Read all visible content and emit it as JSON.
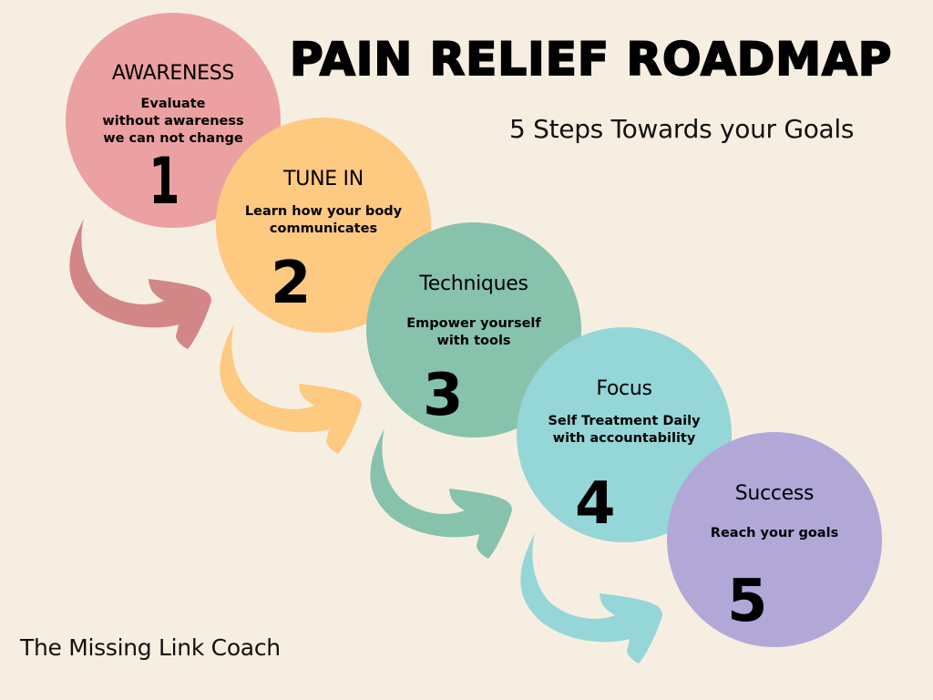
{
  "header": {
    "title": "PAIN RELIEF ROADMAP",
    "subtitle": "5 Steps Towards your Goals"
  },
  "footer": {
    "brand": "The Missing Link Coach"
  },
  "steps": [
    {
      "number": "1",
      "name": "AWARENESS",
      "description": "Evaluate\nwithout awareness\nwe can not change",
      "color": "#eba1a1",
      "arrow_color": "#d38686"
    },
    {
      "number": "2",
      "name": "TUNE IN",
      "description": "Learn how your body\ncommunicates",
      "color": "#fec981",
      "arrow_color": "#fec981"
    },
    {
      "number": "3",
      "name": "Techniques",
      "description": "Empower yourself\nwith tools",
      "color": "#87c2ad",
      "arrow_color": "#87c2ad"
    },
    {
      "number": "4",
      "name": "Focus",
      "description": "Self Treatment Daily\nwith accountability",
      "color": "#95d6d8",
      "arrow_color": "#95d6d8"
    },
    {
      "number": "5",
      "name": "Success",
      "description": "Reach your goals",
      "color": "#b1a8d8"
    }
  ],
  "colors": {
    "background": "#f6efe1",
    "text": "#000000"
  }
}
